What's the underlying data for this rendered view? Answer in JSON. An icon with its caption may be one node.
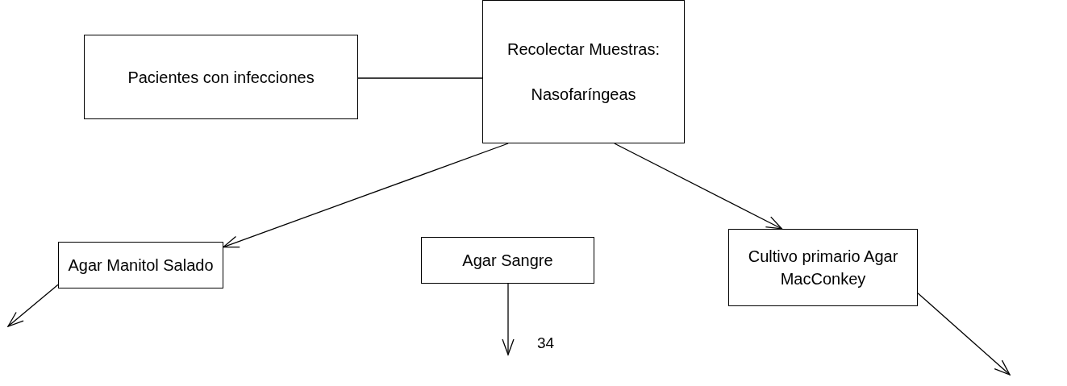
{
  "diagram": {
    "nodes": [
      {
        "text": [
          "Pacientes con infecciones"
        ]
      },
      {
        "text": [
          "Recolectar Muestras:",
          "Nasofaríngeas"
        ]
      },
      {
        "text": [
          "Agar Manitol Salado"
        ]
      },
      {
        "text": [
          "Agar Sangre"
        ]
      },
      {
        "text": [
          "Cultivo primario Agar MacConkey"
        ]
      }
    ],
    "edges": [
      {
        "from": 0,
        "to": 1,
        "arrow": "none"
      },
      {
        "from": 1,
        "to": 2,
        "arrow": "to"
      },
      {
        "from": 1,
        "to": 4,
        "arrow": "to"
      },
      {
        "from": 2,
        "to": null,
        "arrow": "to"
      },
      {
        "from": 3,
        "to": null,
        "arrow": "to"
      },
      {
        "from": 4,
        "to": null,
        "arrow": "to"
      }
    ],
    "labels": [
      "34"
    ]
  }
}
